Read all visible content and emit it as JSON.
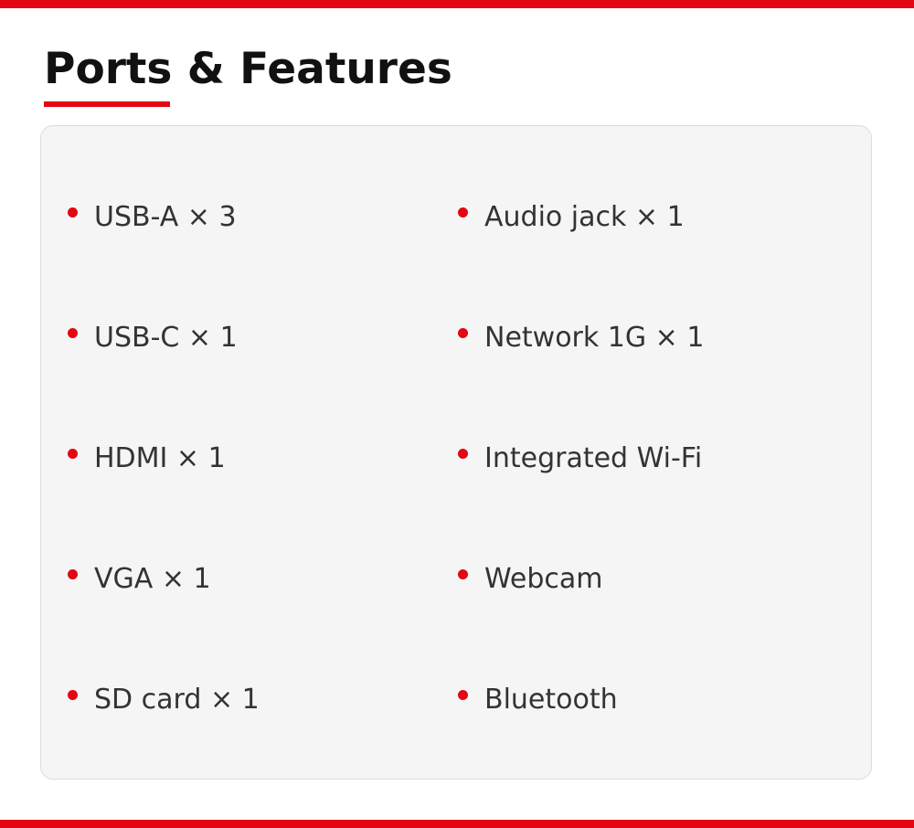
{
  "accent_color": "#e30613",
  "title": "Ports & Features",
  "features": {
    "left": [
      {
        "label": "USB-A × 3"
      },
      {
        "label": "USB-C × 1"
      },
      {
        "label": "HDMI × 1"
      },
      {
        "label": "VGA × 1"
      },
      {
        "label": "SD card × 1"
      }
    ],
    "right": [
      {
        "label": "Audio jack × 1"
      },
      {
        "label": "Network 1G × 1"
      },
      {
        "label": "Integrated Wi-Fi"
      },
      {
        "label": "Webcam"
      },
      {
        "label": "Bluetooth"
      }
    ]
  }
}
